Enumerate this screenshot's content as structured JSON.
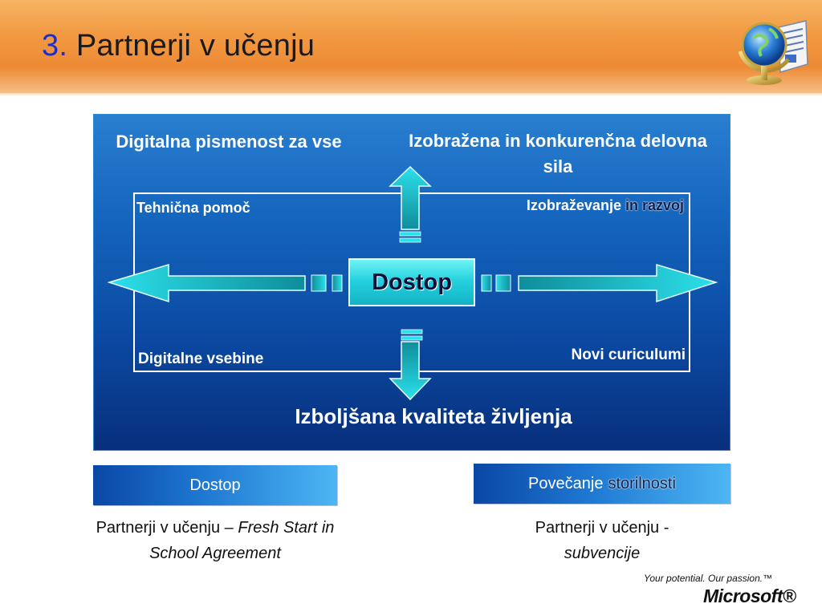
{
  "slide": {
    "title_number": "3.",
    "title_text": "Partnerji v učenju"
  },
  "diagram": {
    "top_left": "Digitalna pismenost za vse",
    "top_right": "Izobražena in konkurenčna delovna sila",
    "inner_top_left": "Tehnična pomoč",
    "inner_top_right_plain": "Izobraževanje",
    "inner_top_right_highlight": "in razvoj",
    "inner_bottom_left": "Digitalne vsebine",
    "inner_bottom_right": "Novi curiculumi",
    "center": "Dostop",
    "bottom": "Izboljšana kvaliteta življenja"
  },
  "tabs": [
    {
      "label": "Dostop"
    },
    {
      "label_plain": "Povečanje",
      "label_highlight": "storilnosti"
    }
  ],
  "captions": [
    {
      "plain": "Partnerji v učenju –",
      "italic": "Fresh Start in School Agreement"
    },
    {
      "plain": "Partnerji v učenju -",
      "italic": "subvencije"
    }
  ],
  "footer": {
    "slogan": "Your potential. Our passion.™",
    "logo": "Microsoft®"
  },
  "colors": {
    "header_orange": "#ee8a35",
    "title_number_blue": "#1a2fd0",
    "panel_blue": "#0b4aa3",
    "arrow_cyan": "#22d3e0"
  }
}
